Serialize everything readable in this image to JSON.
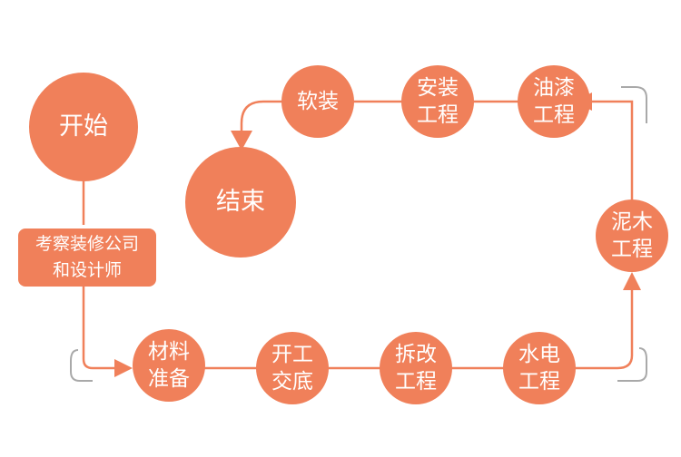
{
  "colors": {
    "node": "#F0805A",
    "line": "#F0805A",
    "bracket": "#A9A9A9"
  },
  "nodes": {
    "start": [
      "开始"
    ],
    "inspect": [
      "考察装修公司",
      "和设计师"
    ],
    "materials": [
      "材料",
      "准备"
    ],
    "kickoff": [
      "开工",
      "交底"
    ],
    "demolition": [
      "拆改",
      "工程"
    ],
    "plumbing": [
      "水电",
      "工程"
    ],
    "masonry": [
      "泥木",
      "工程"
    ],
    "painting": [
      "油漆",
      "工程"
    ],
    "installation": [
      "安装",
      "工程"
    ],
    "furnishing": [
      "软装"
    ],
    "end": [
      "结束"
    ]
  }
}
